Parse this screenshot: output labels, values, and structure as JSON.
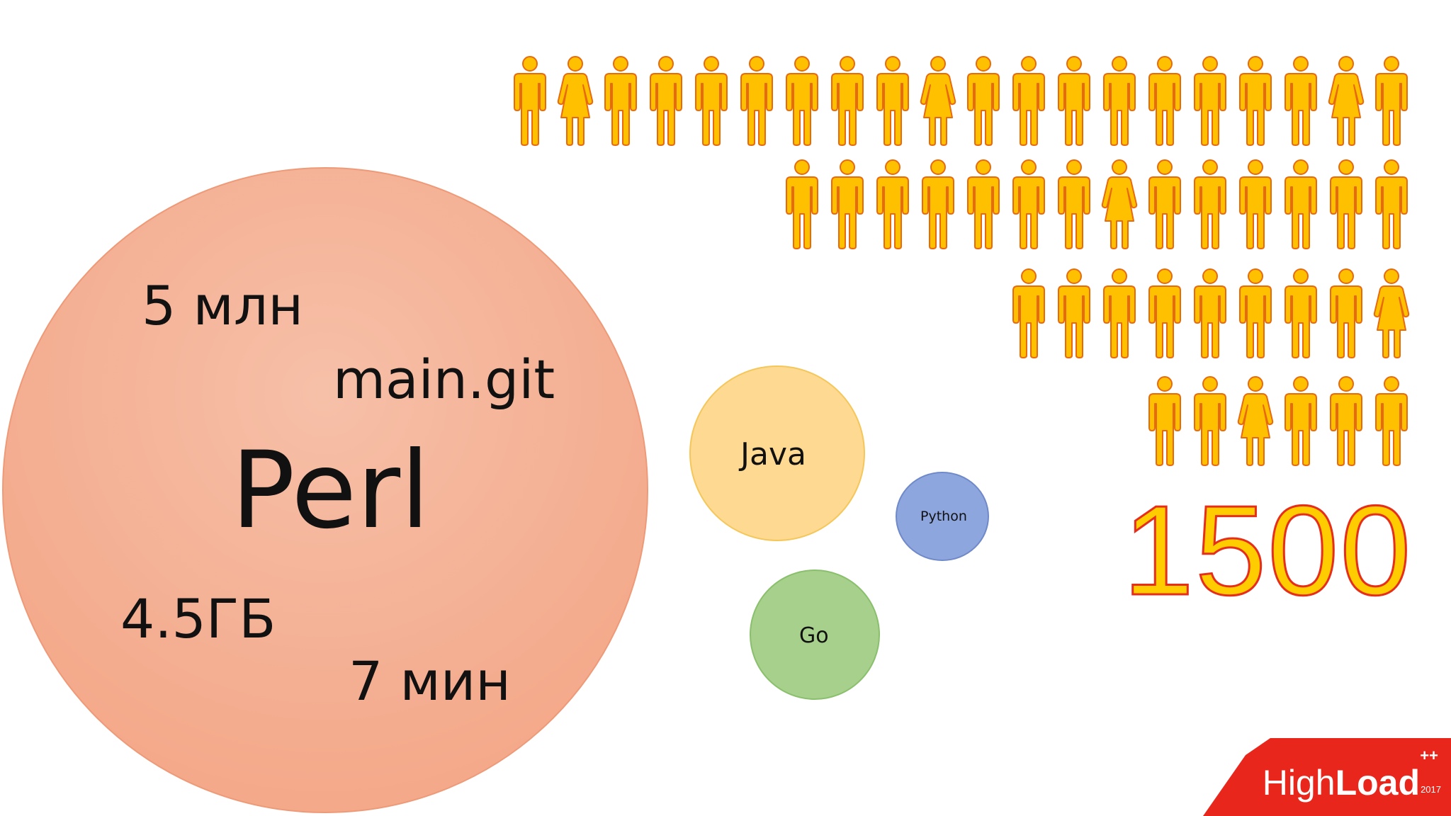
{
  "slide": {
    "main_language": "Perl",
    "stats": {
      "files": "5 млн",
      "repo": "main.git",
      "size": "4.5ГБ",
      "time": "7 мин"
    },
    "other_languages": {
      "java": "Java",
      "python": "Python",
      "go": "Go"
    },
    "developer_count": "1500",
    "people_rows": [
      [
        "m",
        "f",
        "m",
        "m",
        "m",
        "m",
        "m",
        "m",
        "m",
        "f",
        "m",
        "m",
        "m",
        "m",
        "m",
        "m",
        "m",
        "m",
        "f",
        "m"
      ],
      [
        "m",
        "m",
        "m",
        "m",
        "m",
        "m",
        "m",
        "f",
        "m",
        "m",
        "m",
        "m",
        "m",
        "m"
      ],
      [
        "m",
        "m",
        "m",
        "m",
        "m",
        "m",
        "m",
        "m",
        "f"
      ],
      [
        "m",
        "m",
        "f",
        "m",
        "m",
        "m"
      ]
    ]
  },
  "logo": {
    "brand_light": "High",
    "brand_bold": "Load",
    "superscript": "++",
    "year": "2017"
  },
  "colors": {
    "person_fill": "#ffc000",
    "person_stroke": "#e86a10",
    "number_fill": "#ffcc00",
    "number_stroke": "#e62e1b",
    "logo_red": "#e8261c"
  }
}
